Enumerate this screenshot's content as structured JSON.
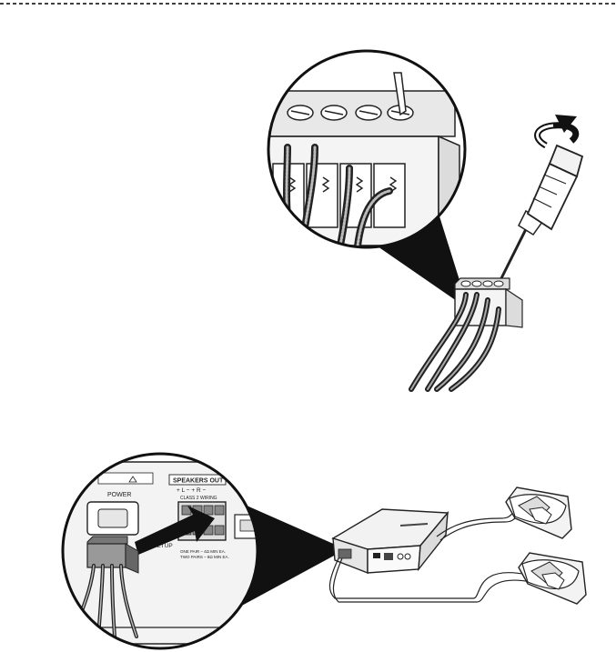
{
  "diagram": {
    "top_figure": {
      "terminal_screws": 4
    },
    "bottom_figure": {
      "amp_panel": {
        "power_label": "POWER",
        "speakers_out_label": "SPEAKERS OUT",
        "channels_label": "+ L −  + R −",
        "class_label": "CLASS 2 WIRING",
        "setup_label": "SETUP",
        "impedance_note_1": "ONE PAIR – 4Ω MIN EA.",
        "impedance_note_2": "TWO PAIRS – 8Ω MIN EA."
      },
      "speaker_count": 2
    }
  }
}
